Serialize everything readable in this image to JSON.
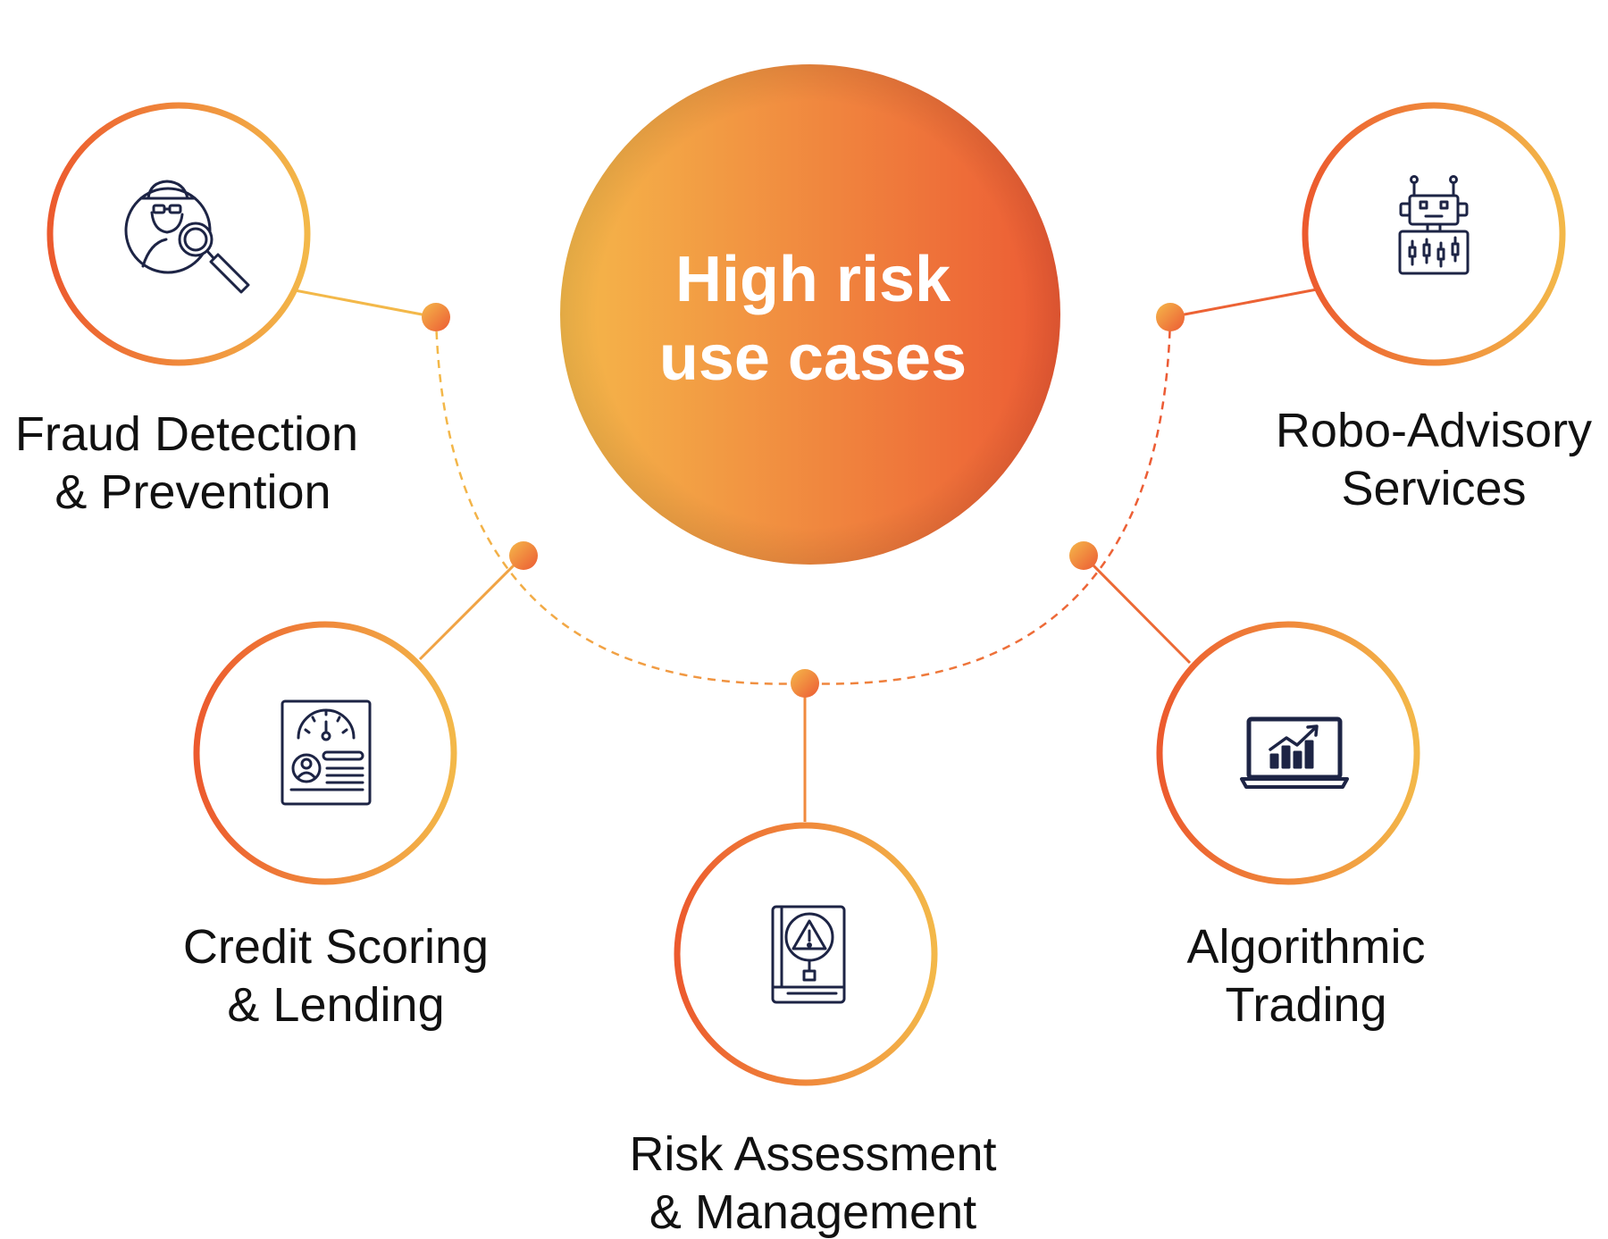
{
  "center": {
    "title_line1": "High risk",
    "title_line2": "use cases"
  },
  "nodes": [
    {
      "id": "fraud",
      "line1": "Fraud Detection",
      "line2": "& Prevention",
      "icon": "detective-magnifier-icon"
    },
    {
      "id": "credit",
      "line1": "Credit Scoring",
      "line2": "& Lending",
      "icon": "credit-score-report-icon"
    },
    {
      "id": "risk",
      "line1": "Risk Assessment",
      "line2": "& Management",
      "icon": "risk-warning-book-icon"
    },
    {
      "id": "algo",
      "line1": "Algorithmic",
      "line2": "Trading",
      "icon": "laptop-chart-icon"
    },
    {
      "id": "robo",
      "line1": "Robo-Advisory",
      "line2": "Services",
      "icon": "robot-advisor-icon"
    }
  ],
  "colors": {
    "gradient_start": "#f5b84a",
    "gradient_end": "#ec5a34",
    "icon_stroke": "#1d2445",
    "text": "#111111"
  }
}
